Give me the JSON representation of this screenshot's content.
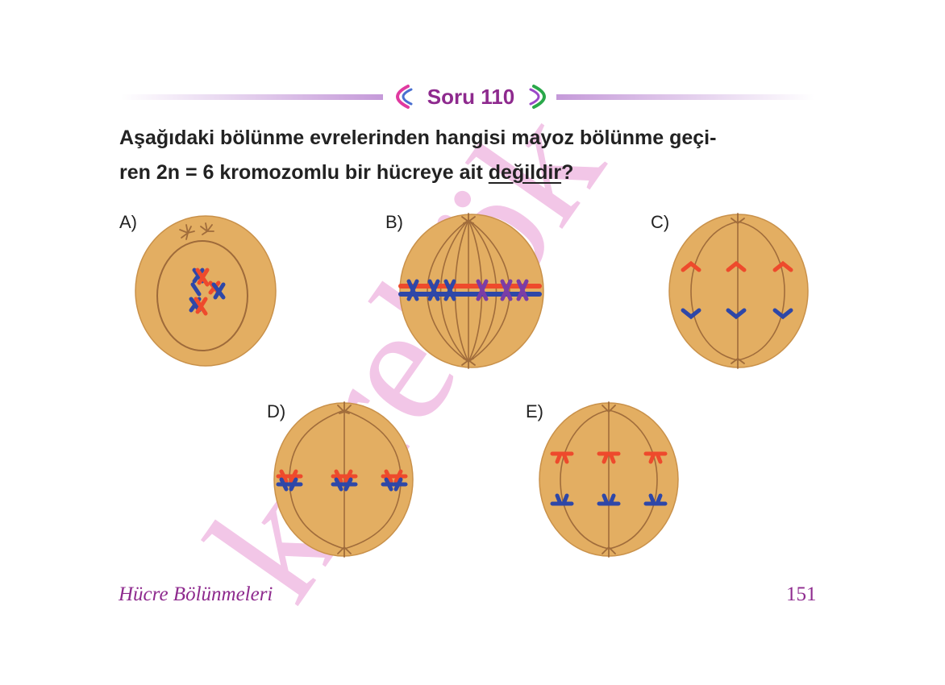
{
  "header": {
    "badge_label": "Soru 110"
  },
  "question": {
    "text_before": "Aşağıdaki bölünme evrelerinden hangisi mayoz bölünme geçi-",
    "text_line2": "ren 2n = 6 kromozomlu bir hücreye ait ",
    "emphasis": "değildir",
    "end": "?"
  },
  "options": [
    {
      "label": "A)"
    },
    {
      "label": "B)"
    },
    {
      "label": "C)"
    },
    {
      "label": "D)"
    },
    {
      "label": "E)"
    }
  ],
  "watermark": {
    "text": "karekök"
  },
  "footer": {
    "title": "Hücre Bölünmeleri",
    "page": "151"
  },
  "colors": {
    "accent": "#8e2a8e",
    "cell_fill": "#e3ae62",
    "spindle": "#a06c3b",
    "chrom_red": "#ee4a2c",
    "chrom_blue": "#2e47a8",
    "watermark": "#f0bfe4"
  }
}
